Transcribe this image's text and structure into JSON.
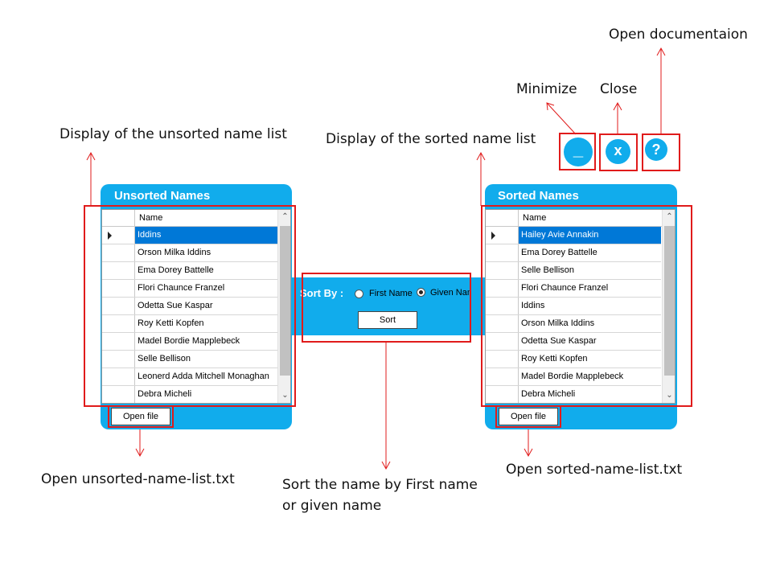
{
  "annotations": {
    "open_doc": "Open documentaion",
    "minimize": "Minimize",
    "close": "Close",
    "unsorted_display": "Display of the unsorted name list",
    "sorted_display": "Display of the sorted name list",
    "open_unsorted": "Open unsorted-name-list.txt",
    "sort_desc_line1": "Sort the name by First name",
    "sort_desc_line2": "or given name",
    "open_sorted": "Open sorted-name-list.txt"
  },
  "window_controls": {
    "minimize_glyph": "_",
    "close_glyph": "x",
    "help_glyph": "?"
  },
  "unsorted": {
    "title": "Unsorted Names",
    "column": "Name",
    "rows": [
      "Iddins",
      "Orson Milka Iddins",
      "Ema Dorey Battelle",
      "Flori Chaunce Franzel",
      "Odetta Sue Kaspar",
      "Roy Ketti Kopfen",
      "Madel Bordie Mapplebeck",
      "Selle Bellison",
      "Leonerd Adda Mitchell Monaghan",
      "Debra Micheli"
    ],
    "selected_index": 0,
    "open_button": "Open file"
  },
  "sorted": {
    "title": "Sorted Names",
    "column": "Name",
    "rows": [
      "Hailey Avie Annakin",
      "Ema Dorey Battelle",
      "Selle Bellison",
      "Flori Chaunce Franzel",
      " Iddins",
      "Orson Milka Iddins",
      "Odetta Sue Kaspar",
      "Roy Ketti Kopfen",
      "Madel Bordie Mapplebeck",
      "Debra Micheli"
    ],
    "selected_index": 0,
    "open_button": "Open file"
  },
  "sort_panel": {
    "label": "Sort By :",
    "option_first": "First Name",
    "option_given": "Given Name",
    "selected": "given",
    "button": "Sort"
  },
  "colors": {
    "panel_blue": "#11acec",
    "annotation_red": "#e01b1b",
    "selection_blue": "#0078d7"
  }
}
